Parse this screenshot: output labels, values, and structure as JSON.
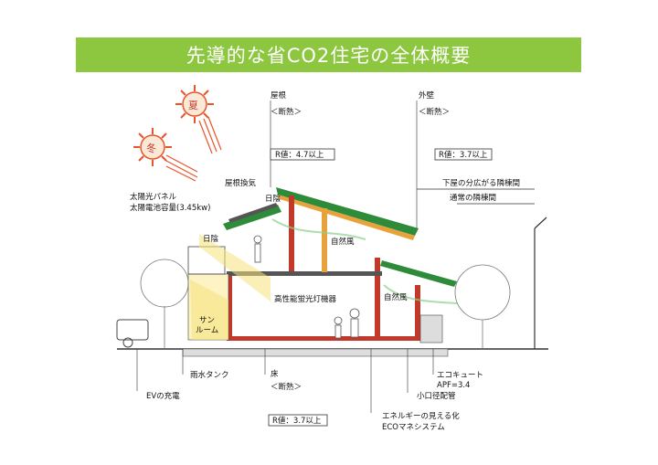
{
  "title": "先導的な省CO2住宅の全体概要",
  "labels": {
    "summer": "夏",
    "winter": "冬",
    "roof": "屋根",
    "roof_insulation": "＜断熱＞",
    "roof_r_value": "R値：4.7以上",
    "outer_wall": "外壁",
    "wall_insulation": "＜断熱＞",
    "wall_r_value": "R値：3.7以上",
    "roof_ventilation": "屋根換気",
    "shade_top": "日陰",
    "shade_left": "日陰",
    "solar_panel_1": "太陽光パネル",
    "solar_panel_2": "太陽電池容量(3.45kw)",
    "natural_wind_1": "自然風",
    "natural_wind_2": "自然風",
    "lighting": "高性能蛍光灯機器",
    "sunroom_1": "サン",
    "sunroom_2": "ルーム",
    "lower_gap": "下屋の分広がる隣棟間",
    "normal_gap": "通常の隣棟間",
    "floor": "床",
    "floor_insulation": "＜断熱＞",
    "floor_r_value": "R値：3.7以上",
    "rain_tank": "雨水タンク",
    "ev_charge": "EVの充電",
    "eco_cute_1": "エコキュート",
    "eco_cute_2": "APF=3.4",
    "small_pipe": "小口径配管",
    "energy_1": "エネルギーの見える化",
    "energy_2": "ECOマネシステム"
  },
  "colors": {
    "title_bg": "#8dc63f",
    "sun": "#e8542b",
    "roof_green": "#2e8b3a",
    "insulation_orange": "#e8a23c",
    "wall_red": "#c0392b",
    "light_yellow": "#f6e27a",
    "wind_green": "#8ad08a"
  }
}
